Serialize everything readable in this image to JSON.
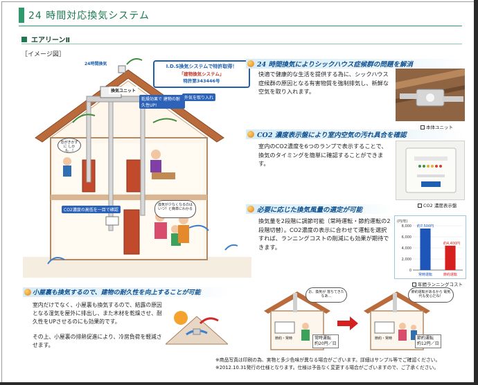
{
  "header": {
    "title": "24 時間対応換気システム",
    "subtitle": "エアリーンⅡ",
    "image_label": "［イメージ図］"
  },
  "illustration": {
    "exhaust_label": "24時間換気",
    "unit_label": "換気ユニット",
    "dry_label": "乾燥効果で 建物の耐久性UP!",
    "intake_label": "外気を取り入れ",
    "ids_line1": "I.D.S換気システムで特許取得！",
    "ids_line2": "「建物換気システム」",
    "ids_line3": "特許第343446号",
    "bubble_child": "息がきかずに しかも…!",
    "bubble_mother": "換気が少なくなるのは いつ？と簡単にわかる",
    "co2_callout": "CO2濃度の高低を一目で確認"
  },
  "section1": {
    "title": "24 時間換気によりシックハウス症候群の問題を解消",
    "body": "快適で健康的な生活を提供する為に、シックハウス症候群の原因となる有害物質を強制排気し、新鮮な空気を取り入れます。",
    "caption": "本体ユニット"
  },
  "section2": {
    "title": "CO2 濃度表示盤により室内空気の汚れ具合を確認",
    "body": "室内のCO2濃度を6つのランプで表示することで、換気のタイミングを簡単に確認することができます。",
    "caption": "CO2 濃度表示盤"
  },
  "section3": {
    "title": "必要に応じた換気風量の選定が可能",
    "body": "換気量を2段階に調節可能（常時運転・節約運転の2段階切替）。CO2濃度の表示に合わせて運転を選択すれば、ランニングコストの削減にも効果が期待できます。",
    "caption": "年間ランニングコスト"
  },
  "chart_data": {
    "type": "bar",
    "title": "",
    "ylabel": "(円/年)",
    "ylim": [
      0,
      8000
    ],
    "yticks": [
      "0",
      "2,000",
      "4,000",
      "6,000",
      "8,000"
    ],
    "categories": [
      "常時運転",
      "節約運転"
    ],
    "values": [
      7500,
      4400
    ],
    "value_labels": [
      "約7,500円",
      "約4,400円"
    ],
    "colors": [
      "#1d55b8",
      "#d62020"
    ]
  },
  "section4": {
    "title": "小屋裏も換気するので、建物の耐久性を向上することが可能",
    "body1": "室内だけでなく、小屋裏も換気するので、結露の原因となる湿気を屋外に排出し、また木材を乾燥させ、耐久性をUPさせるのにも効果的です。",
    "body2": "その上、小屋裏の排熱促進により、冷房負荷を軽減させます。"
  },
  "diagrams": {
    "left_bubble": "お、換気が 落ちてきたなあ…",
    "right_bubble": "節約運転があるから 電気代も安心だね！",
    "left_box_line1": "常時運転",
    "left_box_line2": "約20円／日",
    "right_box_line1": "節約運転",
    "right_box_line2": "約12円／日",
    "panel_label": "節約・常時"
  },
  "notes": {
    "line1": "※商品写真は印刷の為、実物と多少色味が異なる場合がございます。詳細はサンプル等でご確認ください。",
    "line2": "※2012.10.31発行の仕様となります。仕様は予告なく変更する場合がございますので、ご了承ください。"
  }
}
